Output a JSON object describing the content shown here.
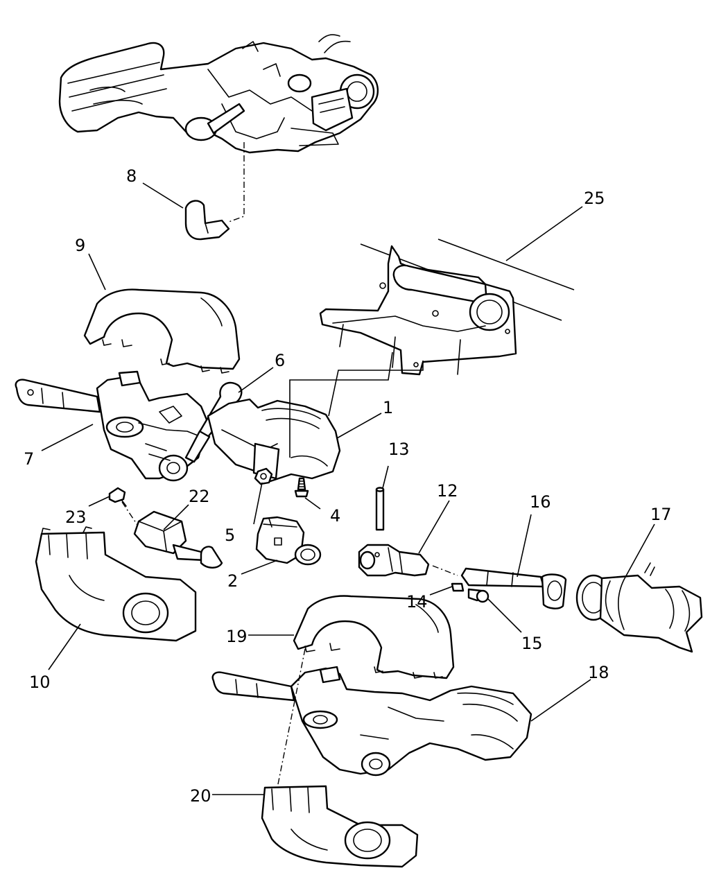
{
  "figure": {
    "type": "exploded parts diagram",
    "callouts": [
      {
        "id": "c1",
        "number": "1"
      },
      {
        "id": "c2",
        "number": "2"
      },
      {
        "id": "c4",
        "number": "4"
      },
      {
        "id": "c5",
        "number": "5"
      },
      {
        "id": "c6",
        "number": "6"
      },
      {
        "id": "c7",
        "number": "7"
      },
      {
        "id": "c8",
        "number": "8"
      },
      {
        "id": "c9",
        "number": "9"
      },
      {
        "id": "c10",
        "number": "10"
      },
      {
        "id": "c12",
        "number": "12"
      },
      {
        "id": "c13",
        "number": "13"
      },
      {
        "id": "c14",
        "number": "14"
      },
      {
        "id": "c15",
        "number": "15"
      },
      {
        "id": "c16",
        "number": "16"
      },
      {
        "id": "c17",
        "number": "17"
      },
      {
        "id": "c18",
        "number": "18"
      },
      {
        "id": "c19",
        "number": "19"
      },
      {
        "id": "c20",
        "number": "20"
      },
      {
        "id": "c22",
        "number": "22"
      },
      {
        "id": "c23",
        "number": "23"
      },
      {
        "id": "c25",
        "number": "25"
      }
    ]
  }
}
